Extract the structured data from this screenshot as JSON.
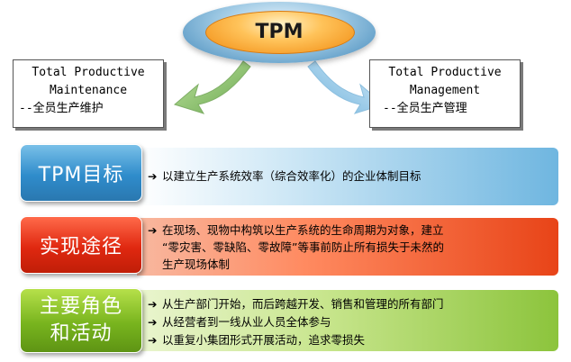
{
  "center": {
    "label": "TPM"
  },
  "left_box": {
    "line1": "Total Productive",
    "line2": "Maintenance",
    "line3": "--全员生产维护"
  },
  "right_box": {
    "line1": "Total Productive",
    "line2": "Management",
    "line3": "--全员生产管理"
  },
  "rows": [
    {
      "label": "TPM目标",
      "items": [
        "以建立生产系统效率（综合效率化）的企业体制目标"
      ]
    },
    {
      "label": "实现途径",
      "lines": [
        "在现场、现物中构筑以生产系统的生命周期为对象，建立",
        "“零灾害、零缺陷、零故障”等事前防止所有损失于未然的",
        "生产现场体制"
      ]
    },
    {
      "label_line1": "主要角色",
      "label_line2": "和活动",
      "items": [
        "从生产部门开始，而后跨越开发、销售和管理的所有部门",
        "从经营者到一线从业人员全体参与",
        "以重复小集团形式开展活动，追求零损失"
      ]
    }
  ],
  "colors": {
    "blue": "#2f8ccb",
    "red": "#e02810",
    "green": "#78b41e",
    "center_orange": "#f08a10"
  },
  "icons": {
    "bullet": "arrow-bullet-icon",
    "curved_arrow": "curved-arrow-icon"
  }
}
